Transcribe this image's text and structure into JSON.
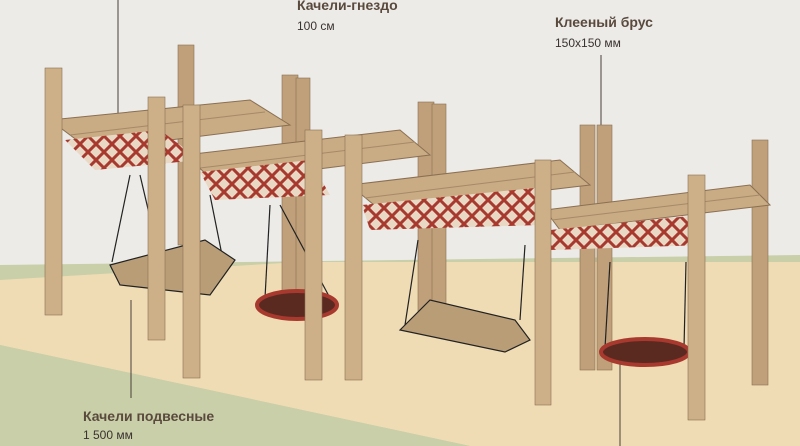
{
  "labels": {
    "nest_swing": {
      "title": "Качели-гнездо",
      "size": "100 см"
    },
    "glued_beam": {
      "title": "Клееный брус",
      "size": "150x150 мм"
    },
    "hanging_swing": {
      "title": "Качели подвесные",
      "size": "1 500 мм"
    }
  },
  "colors": {
    "background": "#ecebe8",
    "sand": "#efdcb4",
    "grass": "#c9cfa8",
    "wood": "#c9ab84",
    "ornament": "#a8392e"
  }
}
